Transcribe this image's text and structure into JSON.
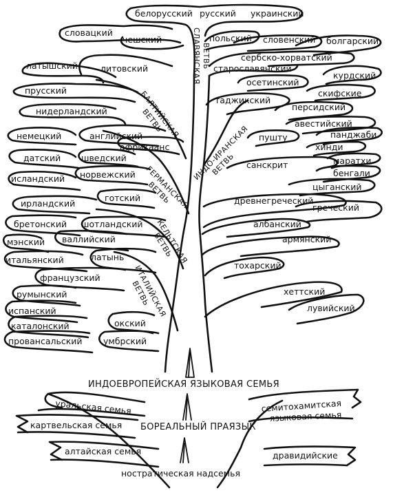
{
  "top": {
    "belorussian": "белорусский",
    "russian": "русский",
    "ukrainian": "украинский",
    "slovak": "словацкий",
    "czech": "чешский",
    "polish": "польский",
    "slovenian": "словенский",
    "bulgarian": "болгарский",
    "serbocroatian": "сербско-хорватский",
    "oldslavonic": "старославянский"
  },
  "baltic": {
    "latvian": "латышский",
    "lithuanian": "литовский",
    "prussian": "прусский"
  },
  "iranian": {
    "ossetian": "осетинский",
    "kurdish": "курдский",
    "scythian": "скифские",
    "tajik": "таджикский",
    "persian": "персидский",
    "avestan": "авестийский",
    "pashto": "пушту"
  },
  "indic": {
    "panjabi": "панджаби",
    "hindi": "хинди",
    "marathi": "маратхи",
    "bengali": "бенгали",
    "sanskrit": "санскрит",
    "gypsy": "цыганский"
  },
  "germanic": {
    "dutch": "нидерландский",
    "german": "немецкий",
    "english": "английский",
    "afrikaans": "африкаанс",
    "danish": "датский",
    "swedish": "шведский",
    "icelandic": "исландский",
    "norwegian": "норвежский",
    "gothic": "готский"
  },
  "celtic": {
    "irish": "ирландский",
    "breton": "бретонский",
    "scottish": "шотландский",
    "manx": "мэнский",
    "welsh": "валлийский"
  },
  "italic": {
    "italian": "итальянский",
    "latin": "латынь",
    "french": "французский",
    "romanian": "румынский",
    "spanish": "испанский",
    "catalan": "каталонский",
    "oscan": "окский",
    "provencal": "провансальский",
    "umbrian": "умбрский"
  },
  "other": {
    "ancientgreek": "древнегреческий",
    "greek": "греческий",
    "albanian": "албанский",
    "armenian": "армянский",
    "tocharian": "тохарский",
    "hittite": "хеттский",
    "luwian": "лувийский"
  },
  "branches": {
    "slavic1": "СЛАВЯНСКАЯ",
    "slavic2": "ВЕТВЬ",
    "baltic1": "БАЛТИЙСКАЯ",
    "baltic2": "ВЕТВЬ",
    "indoiranian1": "ИНДО-ИРАНСКАЯ",
    "indoiranian2": "ВЕТВЬ",
    "germanic1": "ГЕРМАНСКАЯ",
    "germanic2": "ВЕТВЬ",
    "celtic1": "КЕЛЬТСКАЯ",
    "celtic2": "ВЕТВЬ",
    "italic1": "ИТАЛИЙСКАЯ",
    "italic2": "ВЕТВЬ"
  },
  "bottom": {
    "indoeuropean": "ИНДОЕВРОПЕЙСКАЯ ЯЗЫКОВАЯ СЕМЬЯ",
    "uralic": "уральская семья",
    "kartvelian": "картвельская семья",
    "altaic": "алтайская семья",
    "boreal": "БОРЕАЛЬНЫЙ ПРАЯЗЫК",
    "semitohamitic1": "семитохамитская",
    "semitohamitic2": "языковая семья",
    "dravidian": "дравидийские",
    "nostratic": "ностратическая надсемья"
  }
}
